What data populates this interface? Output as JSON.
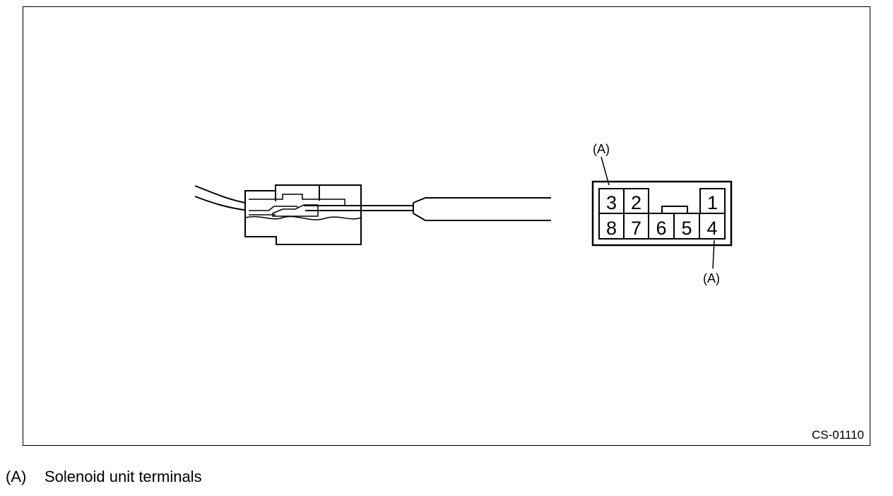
{
  "figure": {
    "code": "CS-01110",
    "callouts": {
      "top": "(A)",
      "bottom": "(A)"
    },
    "connector": {
      "top_row": [
        "3",
        "2",
        "1"
      ],
      "bottom_row": [
        "8",
        "7",
        "6",
        "5",
        "4"
      ]
    }
  },
  "legend": {
    "key": "(A)",
    "text": "Solenoid unit terminals"
  }
}
